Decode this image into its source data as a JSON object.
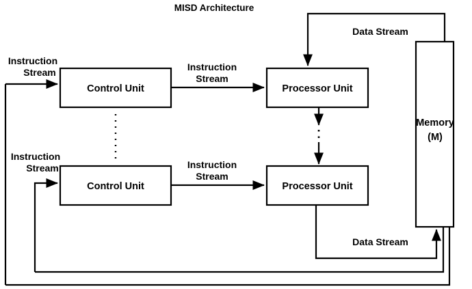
{
  "title": "MISD Architecture",
  "boxes": {
    "control_unit_top": "Control Unit",
    "control_unit_bottom": "Control Unit",
    "processor_unit_top": "Processor Unit",
    "processor_unit_bottom": "Processor Unit",
    "memory_line1": "Memory",
    "memory_line2": "(M)"
  },
  "labels": {
    "instruction_stream_in_top_line1": "Instruction",
    "instruction_stream_in_top_line2": "Stream",
    "instruction_stream_in_bottom_line1": "Instruction",
    "instruction_stream_in_bottom_line2": "Stream",
    "instruction_stream_mid_top_line1": "Instruction",
    "instruction_stream_mid_top_line2": "Stream",
    "instruction_stream_mid_bottom_line1": "Instruction",
    "instruction_stream_mid_bottom_line2": "Stream",
    "data_stream_top": "Data Stream",
    "data_stream_bottom": "Data Stream"
  },
  "colors": {
    "stroke": "#000000",
    "fill": "#ffffff",
    "text": "#000000"
  }
}
